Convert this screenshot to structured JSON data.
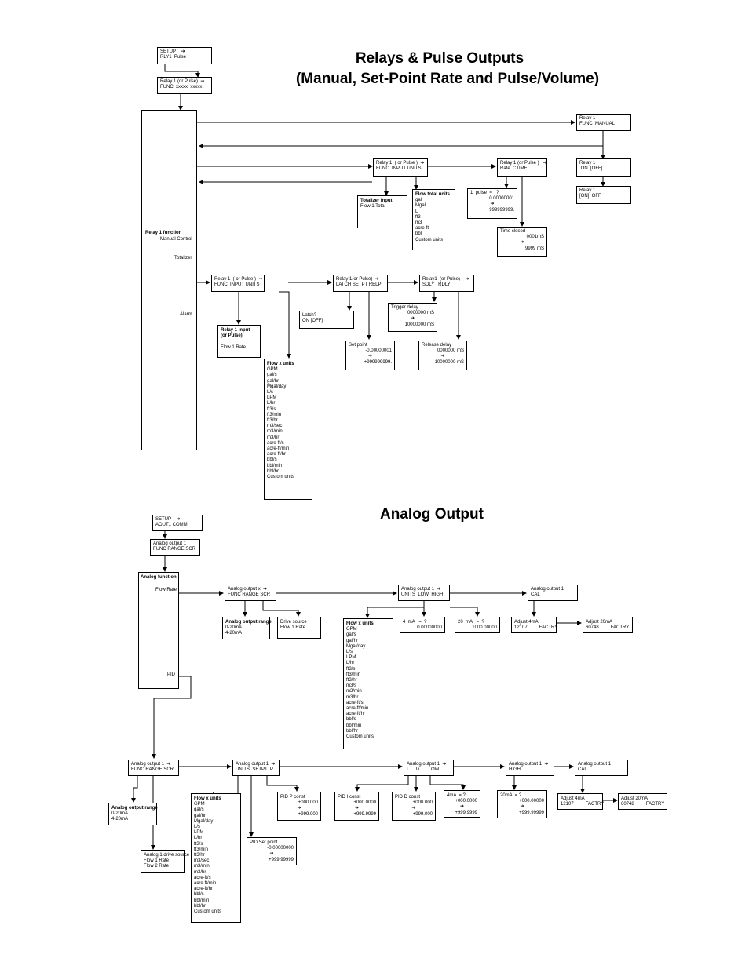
{
  "titles": {
    "relays_line1": "Relays & Pulse Outputs",
    "relays_line2": "(Manual, Set-Point Rate and Pulse/Volume)",
    "analog": "Analog Output"
  },
  "relays": {
    "setup": [
      "SETUP    ➔",
      "RLY1  Pulse"
    ],
    "relay_func": [
      "Relay 1 (or Pulse)  ➔",
      "FUNC  xxxxx  xxxxx"
    ],
    "function_panel": {
      "title": "Relay 1     function",
      "manual": "Manual Control",
      "totalizer": "Totalizer",
      "alarm": "Alarm"
    },
    "manual_func": [
      "Relay 1",
      "FUNC  MANUAL"
    ],
    "manual_on": [
      "Relay 1",
      " ON  [OFF]"
    ],
    "manual_off": [
      "Relay 1",
      "[ON]  OFF"
    ],
    "tot_func": [
      "Relay 1  ( or Pulse )  ➔",
      "FUNC  INPUT UNITS"
    ],
    "tot_input": [
      "Totalizer Input",
      "Flow 1 Total"
    ],
    "flow_total_units": [
      "Flow total units",
      "gal",
      "Mgal",
      "L",
      "ft3",
      "m3",
      "acre-ft",
      "bbl",
      "Custom units"
    ],
    "rate_ctime": [
      "Relay 1 (or Pulse )   ➔",
      "Rate  CTIME"
    ],
    "pulse_eq": [
      "1  pulse  =   ?",
      "0.00000001",
      "➔",
      "999999999."
    ],
    "time_closed": [
      "Time closed",
      "0001mS",
      "➔",
      "9999 mS"
    ],
    "alarm_func": [
      "Relay 1  ( or Pulse )  ➔",
      "FUNC  INPUT UNITS"
    ],
    "latch_setpt": [
      "Relay 1(or Pulse)  ➔",
      "LATCH SETPT RELP"
    ],
    "sdly_rdly": [
      "Relay1  (or Pulse)    ➔",
      "SDLY   RDLY"
    ],
    "latch": [
      "Latch?",
      "ON [OFF]"
    ],
    "trigger_delay": [
      "Trigger delay",
      "0000000 mS",
      "➔",
      "10000000 mS"
    ],
    "set_point": [
      "Set point",
      "-0.00000001",
      "➔",
      "+999999999."
    ],
    "release_delay": [
      "Release delay",
      "0000000 mS",
      "➔",
      "10000000 mS"
    ],
    "relay_input": [
      "Relay 1 Input",
      "(or Pulse)",
      "",
      "Flow 1 Rate"
    ],
    "flow_x_units": [
      "Flow x units",
      "GPM",
      "gal/s",
      "gal/hr",
      "Mgal/day",
      "L/s",
      "LPM",
      "L/hr",
      "ft3/s",
      "ft3/min",
      "ft3/hr",
      "m3/sec",
      "m3/min",
      "m3/hr",
      "acre-ft/s",
      "acre-ft/min",
      "acre-ft/hr",
      "bbl/s",
      "bbl/min",
      "bbl/hr",
      "Custom units"
    ]
  },
  "analog": {
    "setup": [
      "SETUP    ➔",
      "AOUT1 COMM"
    ],
    "func_range": [
      "Analog output 1",
      "FUNC RANGE SCR"
    ],
    "function_panel": {
      "title": "Analog function",
      "flow_rate": "Flow Rate",
      "pid": "PID"
    },
    "ao_func_range": [
      "Analog output x  ➔",
      "FUNC RANGE SCR"
    ],
    "output_range": [
      "Analog output range",
      "0-20mA",
      "4-20mA"
    ],
    "drive_source": [
      "Drive source",
      "Flow 1 Rate"
    ],
    "units_low_high": [
      "Analog output 1  ➔",
      "UNITS  LOW  HIGH"
    ],
    "flow_x_units": [
      "Flow x units",
      "GPM",
      "gal/s",
      "gal/hr",
      "Mgal/day",
      "L/s",
      "LPM",
      "L/hr",
      "ft3/s",
      "ft3/min",
      "ft3/hr",
      "m3/s",
      "m3/min",
      "m3/hr",
      "acre-ft/s",
      "acre-ft/min",
      "acre-ft/hr",
      "bbl/s",
      "bbl/min",
      "bbl/hr",
      "Custom units"
    ],
    "ma4": [
      "4  mA   =  ?",
      "0.00000000"
    ],
    "ma20": [
      "20  mA   =  ?",
      "1000.00000"
    ],
    "cal": [
      "Analog output 1",
      "CAL"
    ],
    "adjust4": [
      "Adjust 4mA",
      "12107         FACTRY"
    ],
    "adjust20": [
      "Adjust 20mA",
      "60748         FACTRY"
    ],
    "pid_func_range": [
      "Analog output 1  ➔",
      "FUNC RANGE SCR"
    ],
    "pid_output_range": [
      "Analog output range",
      "0-20mA",
      "4-20mA"
    ],
    "pid_drive": [
      "Analog 1 drive source",
      "Flow 1 Rate",
      "Flow 2 Rate"
    ],
    "pid_units_setpt": [
      "Analog output 1  ➔",
      "UNITS  SETPT  P"
    ],
    "pid_flow_x_units": [
      "Flow x units",
      "GPM",
      "gal/s",
      "gal/hr",
      "Mgal/day",
      "L/s",
      "LPM",
      "L/hr",
      "ft3/s",
      "ft3/min",
      "ft3/hr",
      "m3/sec",
      "m3/min",
      "m3/hr",
      "acre-ft/s",
      "acre-ft/min",
      "acre-ft/hr",
      "bbl/s",
      "bbl/min",
      "bbl/hr",
      "Custom units"
    ],
    "pid_set_point": [
      "PID Set point",
      "-0.00000000",
      "➔",
      "+999.99999"
    ],
    "pid_p": [
      "PID P const",
      "+000.000",
      "➔",
      "+999.000"
    ],
    "pid_i_d_low": [
      "Analog output 1  ➔",
      "I      D       LOW"
    ],
    "pid_i": [
      "PID I const",
      "+000.0000",
      "➔",
      "+999.9999"
    ],
    "pid_d": [
      "PID D const",
      "+000.000",
      "➔",
      "+999.000"
    ],
    "pid_4ma": [
      "4mA  = ?",
      "+000.0000",
      "➔",
      "+999.9999"
    ],
    "pid_high": [
      "Analog output 1  ➔",
      "HIGH"
    ],
    "pid_20ma": [
      "20mA  = ?",
      "+000.00000",
      "➔",
      "+999.99999"
    ],
    "pid_cal": [
      "Analog output 1",
      "CAL"
    ],
    "pid_adjust4": [
      "Adjust 4mA",
      "12107         FACTRY"
    ],
    "pid_adjust20": [
      "Adjust 20mA",
      "60748         FACTRY"
    ]
  }
}
